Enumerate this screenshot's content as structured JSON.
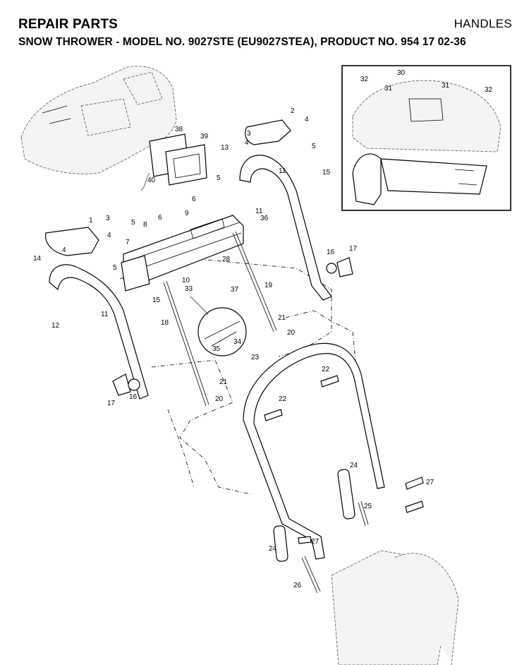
{
  "header": {
    "section": "REPAIR PARTS",
    "category": "HANDLES",
    "subtitle": "SNOW THROWER - MODEL NO. 9027STE (EU9027STEA), PRODUCT NO. 954 17 02-36"
  },
  "callouts": [
    {
      "id": "c1",
      "text": "1"
    },
    {
      "id": "c2",
      "text": "2"
    },
    {
      "id": "c3a",
      "text": "3"
    },
    {
      "id": "c3b",
      "text": "3"
    },
    {
      "id": "c4a",
      "text": "4"
    },
    {
      "id": "c4b",
      "text": "4"
    },
    {
      "id": "c4c",
      "text": "4"
    },
    {
      "id": "c4d",
      "text": "4"
    },
    {
      "id": "c5a",
      "text": "5"
    },
    {
      "id": "c5b",
      "text": "5"
    },
    {
      "id": "c5c",
      "text": "5"
    },
    {
      "id": "c5d",
      "text": "5"
    },
    {
      "id": "c6a",
      "text": "6"
    },
    {
      "id": "c6b",
      "text": "6"
    },
    {
      "id": "c7",
      "text": "7"
    },
    {
      "id": "c8",
      "text": "8"
    },
    {
      "id": "c9",
      "text": "9"
    },
    {
      "id": "c10",
      "text": "10"
    },
    {
      "id": "c11a",
      "text": "11"
    },
    {
      "id": "c11b",
      "text": "11"
    },
    {
      "id": "c11c",
      "text": "11"
    },
    {
      "id": "c12",
      "text": "12"
    },
    {
      "id": "c13",
      "text": "13"
    },
    {
      "id": "c14",
      "text": "14"
    },
    {
      "id": "c15a",
      "text": "15"
    },
    {
      "id": "c15b",
      "text": "15"
    },
    {
      "id": "c16a",
      "text": "16"
    },
    {
      "id": "c16b",
      "text": "16"
    },
    {
      "id": "c17a",
      "text": "17"
    },
    {
      "id": "c17b",
      "text": "17"
    },
    {
      "id": "c18",
      "text": "18"
    },
    {
      "id": "c19",
      "text": "19"
    },
    {
      "id": "c20a",
      "text": "20"
    },
    {
      "id": "c20b",
      "text": "20"
    },
    {
      "id": "c21a",
      "text": "21"
    },
    {
      "id": "c21b",
      "text": "21"
    },
    {
      "id": "c22a",
      "text": "22"
    },
    {
      "id": "c22b",
      "text": "22"
    },
    {
      "id": "c23",
      "text": "23"
    },
    {
      "id": "c24a",
      "text": "24"
    },
    {
      "id": "c24b",
      "text": "24"
    },
    {
      "id": "c25",
      "text": "25"
    },
    {
      "id": "c26",
      "text": "26"
    },
    {
      "id": "c27a",
      "text": "27"
    },
    {
      "id": "c27b",
      "text": "27"
    },
    {
      "id": "c28",
      "text": "28"
    },
    {
      "id": "c30",
      "text": "30"
    },
    {
      "id": "c31a",
      "text": "31"
    },
    {
      "id": "c31b",
      "text": "31"
    },
    {
      "id": "c32a",
      "text": "32"
    },
    {
      "id": "c32b",
      "text": "32"
    },
    {
      "id": "c33",
      "text": "33"
    },
    {
      "id": "c34",
      "text": "34"
    },
    {
      "id": "c35",
      "text": "35"
    },
    {
      "id": "c36",
      "text": "36"
    },
    {
      "id": "c37",
      "text": "37"
    },
    {
      "id": "c38",
      "text": "38"
    },
    {
      "id": "c39",
      "text": "39"
    },
    {
      "id": "c40",
      "text": "40"
    }
  ]
}
